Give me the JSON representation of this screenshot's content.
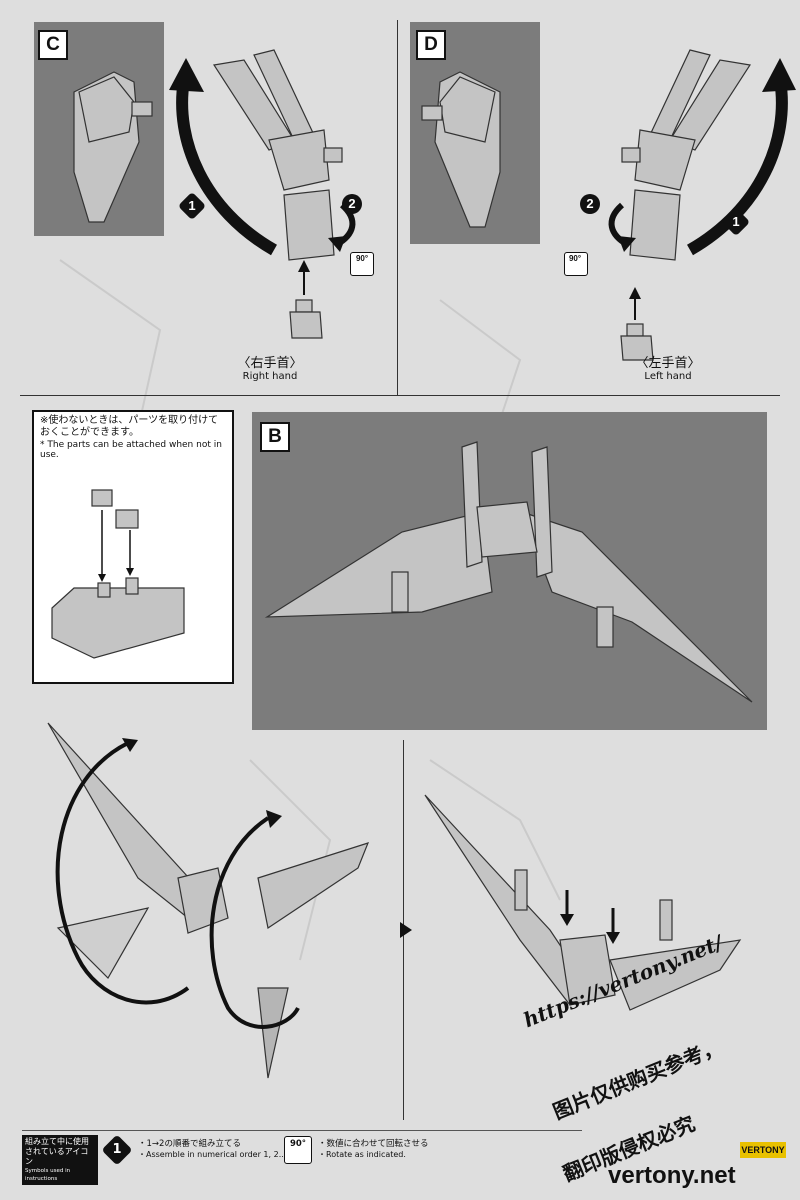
{
  "panels": {
    "c": {
      "letter": "C",
      "caption_jp": "〈右手首〉",
      "caption_en": "Right hand",
      "step1": "1",
      "step2": "2",
      "rotate": "90°"
    },
    "d": {
      "letter": "D",
      "caption_jp": "〈左手首〉",
      "caption_en": "Left hand",
      "step1": "1",
      "step2": "2",
      "rotate": "90°"
    },
    "b": {
      "letter": "B"
    }
  },
  "note": {
    "jp_line1": "※使わないときは、パーツを取り付けて",
    "jp_line2": "おくことができます。",
    "en": "* The parts can be attached when not in use."
  },
  "legend": {
    "title_jp_1": "組み立て中に使用",
    "title_jp_2": "されているアイコン",
    "title_en": "Symbols used in instructions",
    "icon1": "1",
    "item1_jp": "・1→2の順番で組み立てる",
    "item1_en": "・Assemble in numerical order 1, 2...",
    "icon2": "90°",
    "item2_jp": "・数値に合わせて回転させる",
    "item2_en": "・Rotate as indicated."
  },
  "watermark": {
    "url": "https://vertony.net/",
    "line1": "图片仅供购买参考，",
    "line2": "翻印版侵权必究",
    "brand": "vertony.net",
    "badge": "VERTONY"
  },
  "colors": {
    "panel_gray": "#7c7c7c",
    "part_gray": "#bdbdbd",
    "ink": "#111111"
  }
}
